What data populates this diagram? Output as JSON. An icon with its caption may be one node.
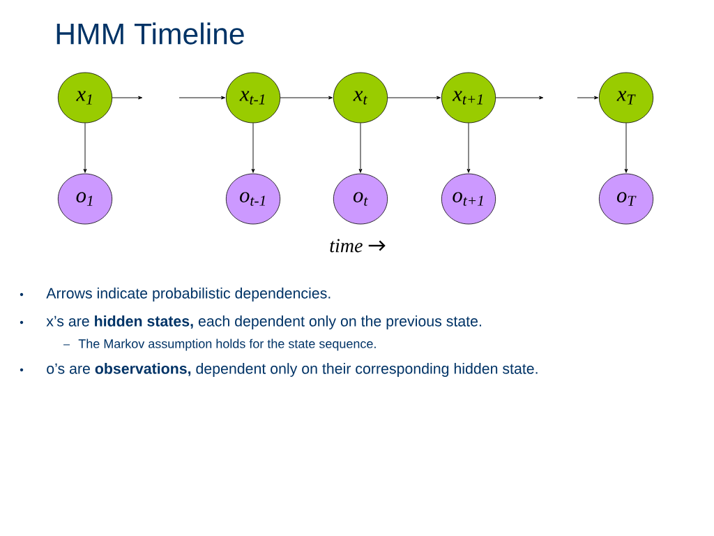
{
  "diagram": {
    "title": "HMM Timeline",
    "nodes": [
      {
        "text": [
          "x$_{1}$"
        ]
      },
      {
        "text": [
          "x$_{t-1}$"
        ]
      },
      {
        "text": [
          "x$_{t}$"
        ]
      },
      {
        "text": [
          "x$_{t+1}$"
        ]
      },
      {
        "text": [
          "x$_{T}$"
        ]
      },
      {
        "text": [
          "o$_{1}$"
        ]
      },
      {
        "text": [
          "o$_{t-1}$"
        ]
      },
      {
        "text": [
          "o$_{t}$"
        ]
      },
      {
        "text": [
          "o$_{t+1}$"
        ]
      },
      {
        "text": [
          "o$_{T}$"
        ]
      }
    ],
    "edges": [
      {
        "from": 0,
        "to": null,
        "arrow": "to"
      },
      {
        "from": null,
        "to": 1,
        "arrow": "to"
      },
      {
        "from": 1,
        "to": 2,
        "arrow": "to"
      },
      {
        "from": 2,
        "to": 3,
        "arrow": "to"
      },
      {
        "from": 3,
        "to": null,
        "arrow": "to"
      },
      {
        "from": null,
        "to": 4,
        "arrow": "to"
      },
      {
        "from": 0,
        "to": 5,
        "arrow": "to"
      },
      {
        "from": 1,
        "to": 6,
        "arrow": "to"
      },
      {
        "from": 2,
        "to": 7,
        "arrow": "to"
      },
      {
        "from": 3,
        "to": 8,
        "arrow": "to"
      },
      {
        "from": 4,
        "to": 9,
        "arrow": "to"
      }
    ],
    "labels": [
      "time",
      "Arrows indicate probabilistic dependencies.",
      "x’s are **hidden states,** each dependent only on the previous state.",
      "The Markov assumption holds for the state sequence.",
      "o’s are **observations,** dependent only on their corresponding hidden state."
    ]
  }
}
